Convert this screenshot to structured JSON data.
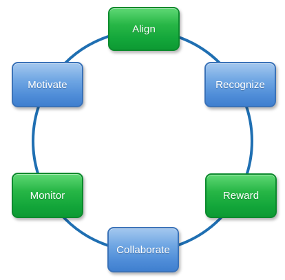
{
  "colors": {
    "ring": "#1f6fb2",
    "green": "#1aa83d",
    "blue": "#5b95dc"
  },
  "nodes": [
    {
      "label": "Align",
      "color": "green"
    },
    {
      "label": "Recognize",
      "color": "blue"
    },
    {
      "label": "Reward",
      "color": "green"
    },
    {
      "label": "Collaborate",
      "color": "blue"
    },
    {
      "label": "Monitor",
      "color": "green"
    },
    {
      "label": "Motivate",
      "color": "blue"
    }
  ]
}
